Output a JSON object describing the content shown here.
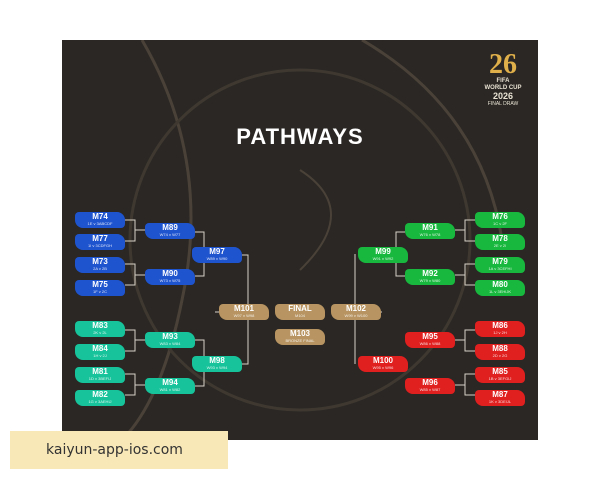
{
  "title": "PATHWAYS",
  "logo": {
    "number": "26",
    "line1": "FIFA",
    "line2": "WORLD CUP",
    "line3": "2026",
    "line4": "FINAL DRAW"
  },
  "left_r32": [
    {
      "code": "M74",
      "sub": "1E v 3ABCDF",
      "color": "blue"
    },
    {
      "code": "M77",
      "sub": "1I v 3CDFGH",
      "color": "blue"
    },
    {
      "code": "M73",
      "sub": "2A v 2B",
      "color": "blue"
    },
    {
      "code": "M75",
      "sub": "1F v 2C",
      "color": "blue"
    },
    {
      "code": "M83",
      "sub": "2K v 2L",
      "color": "teal"
    },
    {
      "code": "M84",
      "sub": "1H v 2J",
      "color": "teal"
    },
    {
      "code": "M81",
      "sub": "1D v 3BEFIJ",
      "color": "teal"
    },
    {
      "code": "M82",
      "sub": "1G v 3AEHIJ",
      "color": "teal"
    }
  ],
  "left_r16": [
    {
      "code": "M89",
      "sub": "W74 v W77",
      "color": "blue"
    },
    {
      "code": "M90",
      "sub": "W73 v W75",
      "color": "blue"
    },
    {
      "code": "M93",
      "sub": "W83 v W84",
      "color": "teal"
    },
    {
      "code": "M94",
      "sub": "W81 v W82",
      "color": "teal"
    }
  ],
  "left_qf": [
    {
      "code": "M97",
      "sub": "W89 v W90",
      "color": "blue"
    },
    {
      "code": "M98",
      "sub": "W93 v W94",
      "color": "teal"
    }
  ],
  "right_r32": [
    {
      "code": "M76",
      "sub": "1C v 2F",
      "color": "green"
    },
    {
      "code": "M78",
      "sub": "2E v 2I",
      "color": "green"
    },
    {
      "code": "M79",
      "sub": "1A v 3CEFHI",
      "color": "green"
    },
    {
      "code": "M80",
      "sub": "1L v 3EHIJK",
      "color": "green"
    },
    {
      "code": "M86",
      "sub": "1J v 2H",
      "color": "red"
    },
    {
      "code": "M88",
      "sub": "2D v 2G",
      "color": "red"
    },
    {
      "code": "M85",
      "sub": "1B v 3EFGIJ",
      "color": "red"
    },
    {
      "code": "M87",
      "sub": "1K v 3DEIJL",
      "color": "red"
    }
  ],
  "right_r16": [
    {
      "code": "M91",
      "sub": "W76 v W78",
      "color": "green"
    },
    {
      "code": "M92",
      "sub": "W79 v W80",
      "color": "green"
    },
    {
      "code": "M95",
      "sub": "W86 v W88",
      "color": "red"
    },
    {
      "code": "M96",
      "sub": "W85 v W87",
      "color": "red"
    }
  ],
  "right_qf": [
    {
      "code": "M99",
      "sub": "W91 v W92",
      "color": "green"
    },
    {
      "code": "M100",
      "sub": "W95 v W96",
      "color": "red"
    }
  ],
  "semis": [
    {
      "code": "M101",
      "sub": "W97 v W98",
      "color": "gold"
    },
    {
      "code": "M102",
      "sub": "W99 v W100",
      "color": "gold"
    }
  ],
  "final": {
    "code": "FINAL",
    "sub": "M104"
  },
  "third": {
    "code": "M103",
    "sub": "BRONZE FINAL"
  },
  "watermark": "kaiyun-app-ios.com"
}
